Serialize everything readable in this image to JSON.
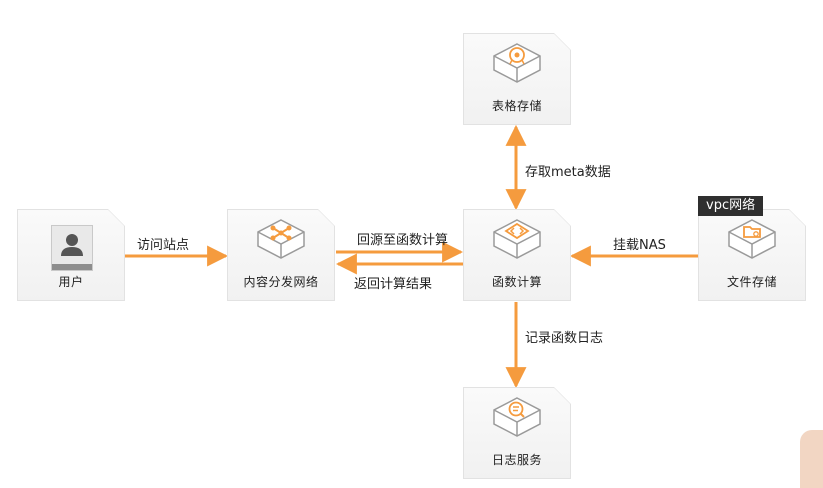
{
  "nodes": {
    "user": {
      "label": "用户",
      "icon": "user-icon"
    },
    "cdn": {
      "label": "内容分发网络",
      "icon": "network-hub-icon"
    },
    "fc": {
      "label": "函数计算",
      "icon": "code-icon"
    },
    "ots": {
      "label": "表格存储",
      "icon": "table-store-icon"
    },
    "sls": {
      "label": "日志服务",
      "icon": "log-search-icon"
    },
    "nas": {
      "label": "文件存储",
      "icon": "folder-icon"
    }
  },
  "edges": {
    "visit": "访问站点",
    "back_to_origin": "回源至函数计算",
    "return_result": "返回计算结果",
    "meta": "存取meta数据",
    "mount": "挂载NAS",
    "log": "记录函数日志"
  },
  "vpc_tag": "vpc网络",
  "colors": {
    "accent": "#f59b3e",
    "card": "#f7f7f7",
    "icon_box": "#ffffff"
  }
}
